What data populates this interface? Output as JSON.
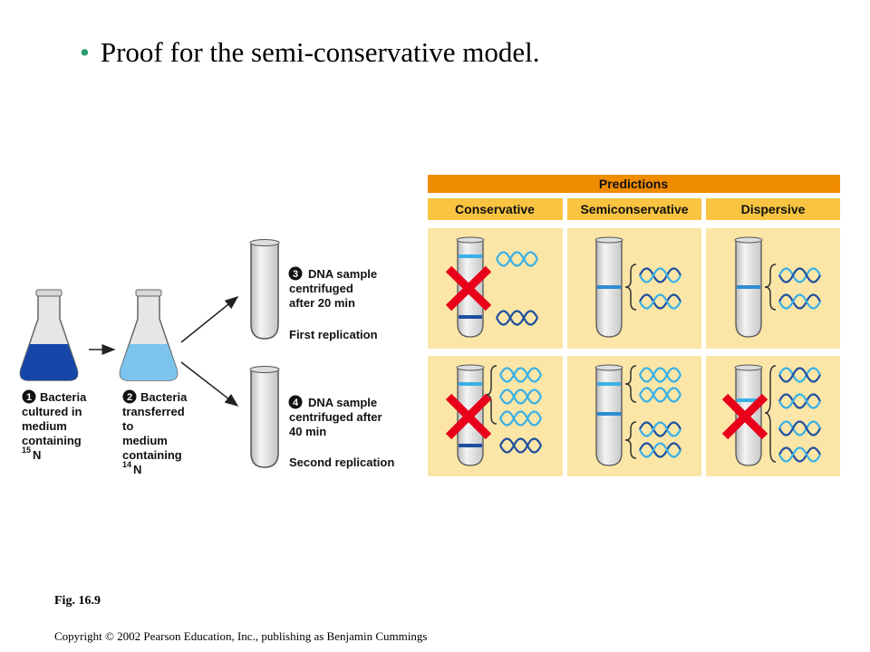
{
  "headline": {
    "bullet": "•",
    "text": "Proof for the semi-conservative model."
  },
  "steps": {
    "step1": {
      "num": "1",
      "lines": [
        "Bacteria",
        "cultured in",
        "medium",
        "containing"
      ],
      "isotope_mass": "15",
      "isotope_symbol": "N"
    },
    "step2": {
      "num": "2",
      "lines": [
        "Bacteria",
        "transferred",
        "to",
        "medium",
        "containing"
      ],
      "isotope_mass": "14",
      "isotope_symbol": "N"
    },
    "step3": {
      "num": "3",
      "lines": [
        "DNA sample",
        "centrifuged",
        "after 20 min"
      ]
    },
    "step4": {
      "num": "4",
      "lines": [
        "DNA sample",
        "centrifuged after",
        "40 min"
      ]
    }
  },
  "replication_labels": {
    "first": "First replication",
    "second": "Second replication"
  },
  "predictions": {
    "title": "Predictions",
    "models": [
      "Conservative",
      "Semiconservative",
      "Dispersive"
    ]
  },
  "fig_label": "Fig. 16.9",
  "copyright": "Copyright © 2002 Pearson Education, Inc., publishing as Benjamin Cummings",
  "colors": {
    "orange": "#f08c00",
    "gold": "#f8c441",
    "panel": "#fbe6a8",
    "heavy_band": "#1f4fa0",
    "light_band": "#3ab0e6",
    "x_mark": "#e8001a",
    "bullet": "#2a9d6e"
  }
}
